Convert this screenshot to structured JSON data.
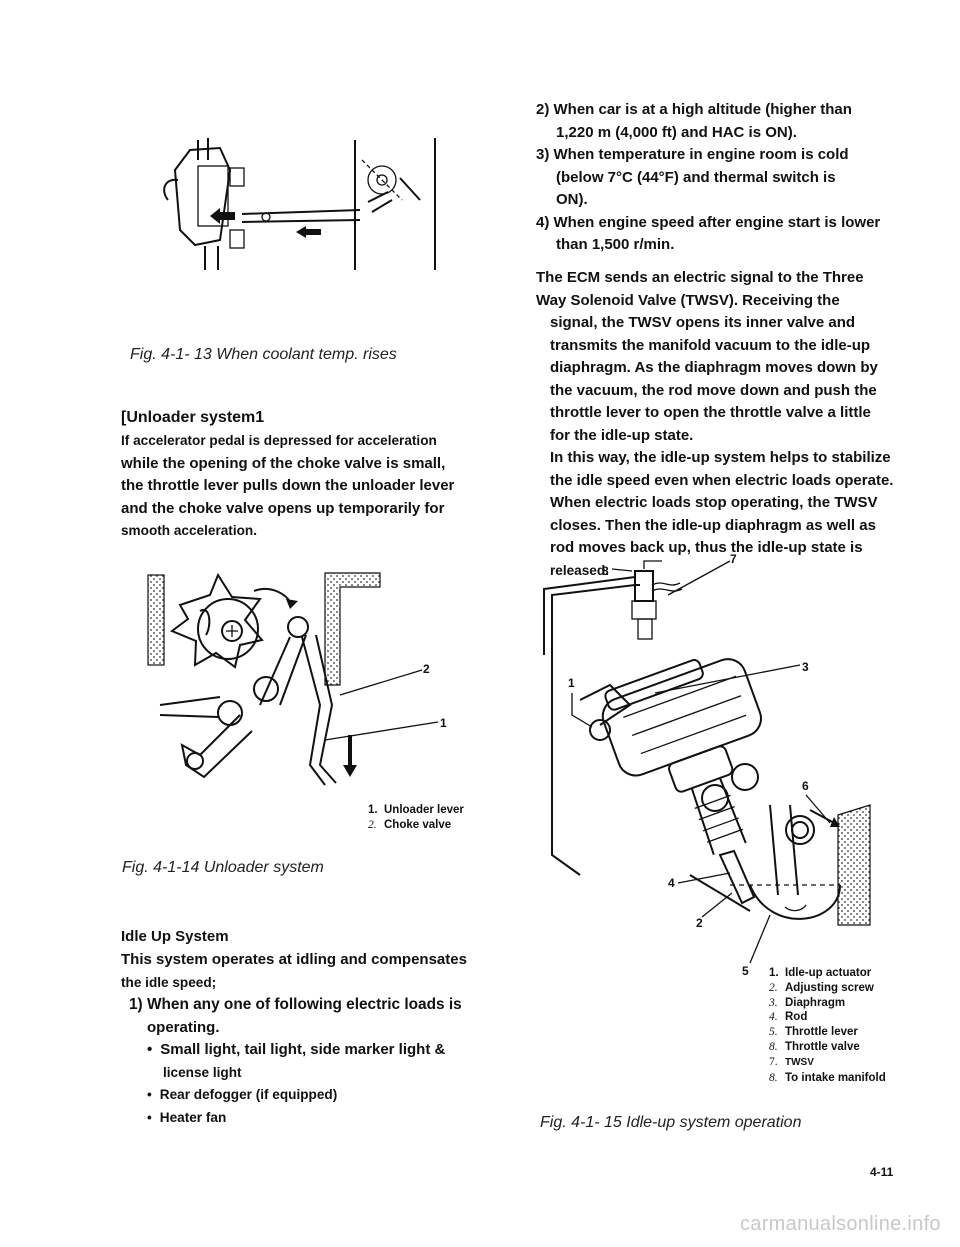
{
  "left": {
    "fig13_caption": "Fig. 4-1- 13 When coolant temp. rises",
    "unloader_heading": "[Unloader system1",
    "unloader_text": [
      "If accelerator pedal is depressed for acceleration",
      "while the opening of the choke valve is small,",
      "the throttle lever pulls down the unloader lever",
      "and the choke valve opens up temporarily for",
      "smooth acceleration."
    ],
    "fig14_legend": [
      {
        "num": "1.",
        "label": "Unloader lever"
      },
      {
        "num": "2.",
        "label": "Choke valve"
      }
    ],
    "fig14_callouts": [
      "2",
      "1"
    ],
    "fig14_caption": "Fig. 4-1-14 Unloader system",
    "idle_heading": "Idle Up System",
    "idle_intro": [
      "This system operates at idling and compensates",
      "the idle speed;"
    ],
    "idle_item1": [
      "1) When any one of following electric loads is",
      "operating."
    ],
    "idle_bullets": [
      "Small light, tail light, side marker light &",
      "license light",
      "Rear defogger (if equipped)",
      "Heater fan"
    ]
  },
  "right": {
    "conditions": [
      "2) When car is at a high altitude (higher than",
      "1,220 m (4,000 ft) and HAC is ON).",
      "3) When temperature in engine room is cold",
      "(below 7°C (44°F) and thermal switch is",
      "ON).",
      "4) When engine speed after engine start is lower",
      "than 1,500 r/min."
    ],
    "ecm_paragraph": [
      "The ECM sends an electric signal to the Three",
      "Way Solenoid Valve (TWSV). Receiving the",
      "signal, the TWSV opens its inner valve and",
      "transmits the manifold vacuum to the idle-up",
      "diaphragm. As the diaphragm moves down by",
      "the vacuum, the rod move down and push the",
      "throttle lever to open the throttle valve a little",
      "for the idle-up state.",
      "In this way, the idle-up system helps to stabilize",
      "the idle speed even when electric loads operate.",
      "When electric loads stop operating, the TWSV",
      "closes. Then the idle-up diaphragm as well as",
      "rod moves back up, thus the idle-up state is",
      "released."
    ],
    "fig15_callouts": [
      "8",
      "7",
      "1",
      "3",
      "6",
      "4",
      "2",
      "5"
    ],
    "fig15_legend": [
      {
        "num": "1.",
        "label": "Idle-up actuator"
      },
      {
        "num": "2.",
        "label": "Adjusting screw"
      },
      {
        "num": "3.",
        "label": "Diaphragm"
      },
      {
        "num": "4.",
        "label": "Rod"
      },
      {
        "num": "5.",
        "label": "Throttle lever"
      },
      {
        "num": "8.",
        "label": "Throttle valve"
      },
      {
        "num": "7.",
        "label": "TWSV"
      },
      {
        "num": "8.",
        "label": "To intake manifold"
      }
    ],
    "fig15_caption": "Fig. 4-1- 15 Idle-up system operation"
  },
  "footer": {
    "page_number": "4-11",
    "watermark": "carmanualsonline.info"
  }
}
